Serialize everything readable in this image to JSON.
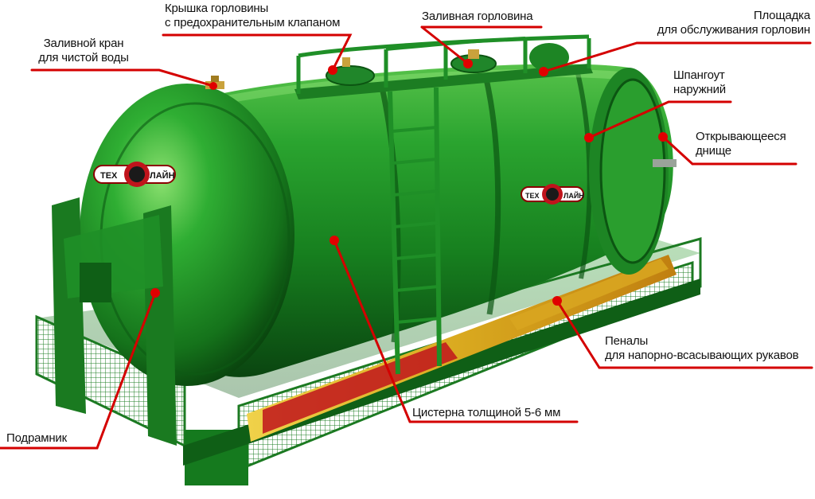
{
  "colors": {
    "tank": "#1f8f27",
    "tank_dark": "#0b4f12",
    "tank_light": "#6fd25a",
    "leader_line": "#d40000",
    "dot": "#e00000",
    "hose_yellow": "#e8c22a",
    "hose_red": "#c0141c",
    "text": "#111111"
  },
  "logo": {
    "text_left": "ТЕХ",
    "text_right": "ЛАЙН"
  },
  "labels": {
    "zalivnoy_kran": {
      "line1": "Заливной кран",
      "line2": "для чистой воды"
    },
    "kryshka": {
      "line1": "Крышка горловины",
      "line2": "с предохранительным клапаном"
    },
    "zalivnaya_gorlovina": {
      "line1": "Заливная горловина"
    },
    "ploshchadka": {
      "line1": "Площадка",
      "line2": "для обслуживания горловин"
    },
    "shpangout": {
      "line1": "Шпангоут",
      "line2": "наружний"
    },
    "dnishche": {
      "line1": "Открывающееся",
      "line2": "днище"
    },
    "penaly": {
      "line1": "Пеналы",
      "line2": "для напорно-всасывающих рукавов"
    },
    "cisterna": {
      "line1": "Цистерна толщиной 5-6 мм"
    },
    "podramnik": {
      "line1": "Подрамник"
    }
  }
}
